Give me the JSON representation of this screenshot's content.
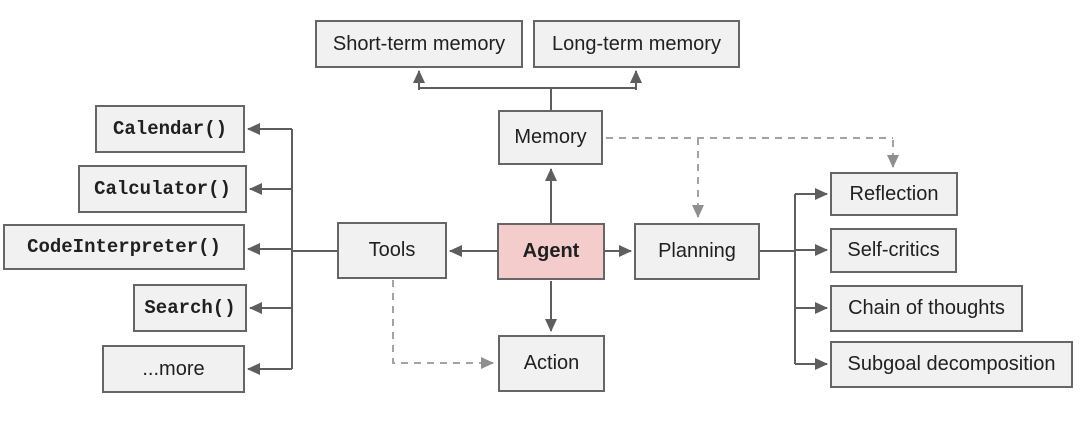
{
  "diagram": {
    "title": "LLM agent overview diagram",
    "background_color": "#ffffff",
    "node_fill_color": "#f1f1f2",
    "node_border_color": "#666666",
    "agent_fill_color": "#f4cccc",
    "solid_edge_color": "#5e5e5e",
    "dashed_edge_color": "#a3a3a3",
    "nodes": {
      "short_term_memory": {
        "label": "Short-term memory"
      },
      "long_term_memory": {
        "label": "Long-term memory"
      },
      "memory": {
        "label": "Memory"
      },
      "calendar": {
        "label": "Calendar()"
      },
      "calculator": {
        "label": "Calculator()"
      },
      "code_interpreter": {
        "label": "CodeInterpreter()"
      },
      "search": {
        "label": "Search()"
      },
      "more": {
        "label": "...more"
      },
      "tools": {
        "label": "Tools"
      },
      "agent": {
        "label": "Agent"
      },
      "planning": {
        "label": "Planning"
      },
      "action": {
        "label": "Action"
      },
      "reflection": {
        "label": "Reflection"
      },
      "self_critics": {
        "label": "Self-critics"
      },
      "chain_of_thoughts": {
        "label": "Chain of thoughts"
      },
      "subgoal_decomposition": {
        "label": "Subgoal decomposition"
      }
    },
    "edges": [
      {
        "from": "Memory",
        "to": "Short-term memory",
        "style": "solid"
      },
      {
        "from": "Memory",
        "to": "Long-term memory",
        "style": "solid"
      },
      {
        "from": "Agent",
        "to": "Memory",
        "style": "solid"
      },
      {
        "from": "Agent",
        "to": "Tools",
        "style": "solid"
      },
      {
        "from": "Agent",
        "to": "Planning",
        "style": "solid"
      },
      {
        "from": "Agent",
        "to": "Action",
        "style": "solid"
      },
      {
        "from": "Tools",
        "to": "Calendar()",
        "style": "solid"
      },
      {
        "from": "Tools",
        "to": "Calculator()",
        "style": "solid"
      },
      {
        "from": "Tools",
        "to": "CodeInterpreter()",
        "style": "solid"
      },
      {
        "from": "Tools",
        "to": "Search()",
        "style": "solid"
      },
      {
        "from": "Tools",
        "to": "...more",
        "style": "solid"
      },
      {
        "from": "Planning",
        "to": "Reflection",
        "style": "solid"
      },
      {
        "from": "Planning",
        "to": "Self-critics",
        "style": "solid"
      },
      {
        "from": "Planning",
        "to": "Chain of thoughts",
        "style": "solid"
      },
      {
        "from": "Planning",
        "to": "Subgoal decomposition",
        "style": "solid"
      },
      {
        "from": "Memory",
        "to": "Planning",
        "style": "dashed"
      },
      {
        "from": "Memory",
        "to": "Reflection",
        "style": "dashed"
      },
      {
        "from": "Tools",
        "to": "Action",
        "style": "dashed"
      }
    ]
  }
}
